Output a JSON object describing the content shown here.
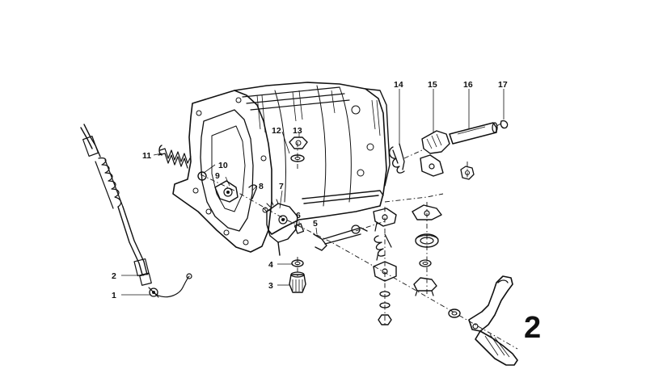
{
  "callouts": [
    {
      "id": "1",
      "text": "1"
    },
    {
      "id": "2",
      "text": "2"
    },
    {
      "id": "3",
      "text": "3"
    },
    {
      "id": "4",
      "text": "4"
    },
    {
      "id": "5",
      "text": "5"
    },
    {
      "id": "6",
      "text": "6"
    },
    {
      "id": "7",
      "text": "7"
    },
    {
      "id": "8",
      "text": "8"
    },
    {
      "id": "9",
      "text": "9"
    },
    {
      "id": "10",
      "text": "10"
    },
    {
      "id": "11",
      "text": "11"
    },
    {
      "id": "12",
      "text": "12"
    },
    {
      "id": "13",
      "text": "13"
    },
    {
      "id": "14",
      "text": "14"
    },
    {
      "id": "15",
      "text": "15"
    },
    {
      "id": "16",
      "text": "16"
    },
    {
      "id": "17",
      "text": "17"
    }
  ],
  "corner_mark": "2"
}
